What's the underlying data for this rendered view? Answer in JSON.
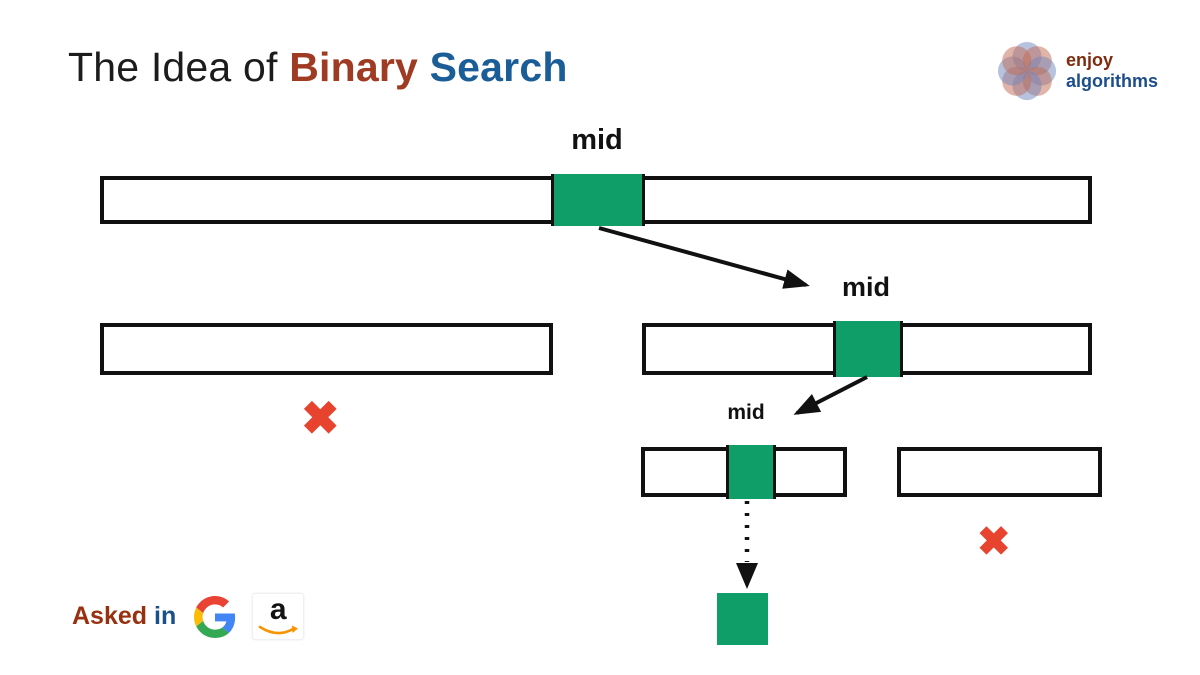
{
  "title": {
    "prefix": "The Idea of ",
    "highlight1": "Binary",
    "highlight2": " Search"
  },
  "brand": {
    "name_line1": "enjoy",
    "name_line2": "algorithms"
  },
  "diagram": {
    "level1_mid_label": "mid",
    "level2_mid_label": "mid",
    "level3_mid_label": "mid",
    "reject_mark_left": "✖",
    "reject_mark_right": "✖"
  },
  "footer": {
    "asked_word": "Asked",
    "in_word": "in",
    "amazon_letter": "a"
  },
  "icons": {
    "google_logo": "google-g-logo",
    "amazon_logo": "amazon-smile-logo",
    "brand_flower": "flower-logo",
    "reject": "red-cross-mark"
  },
  "colors": {
    "green": "#0f9d68",
    "red_x": "#e8432e",
    "title_brown": "#9e3b22",
    "title_blue": "#1b5e97",
    "asked_brown": "#97310f",
    "asked_blue": "#1a4f8a",
    "bar_border": "#111111"
  }
}
